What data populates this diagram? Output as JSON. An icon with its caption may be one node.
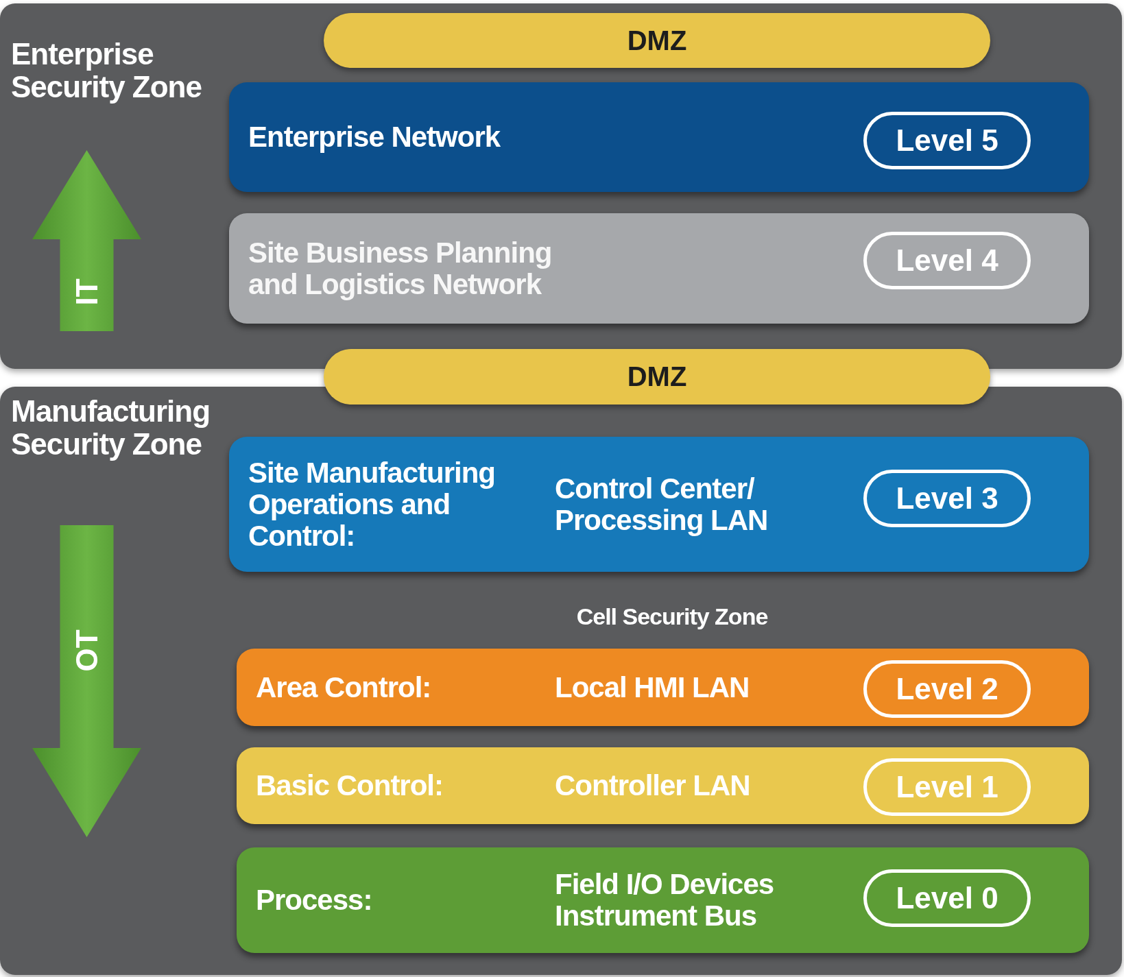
{
  "diagram": {
    "nodes": [
      {
        "text": [
          "Enterprise Security Zone"
        ]
      },
      {
        "text": [
          "DMZ"
        ],
        "in": 0
      },
      {
        "text": [
          "Enterprise Network"
        ],
        "in": 0
      },
      {
        "text": [
          "Level 5"
        ],
        "in": 2
      },
      {
        "text": [
          "Site Business Planning and Logistics Network"
        ],
        "in": 0
      },
      {
        "text": [
          "Level 4"
        ],
        "in": 4
      },
      {
        "text": [
          "IT"
        ],
        "in": 0
      },
      {
        "text": [
          "DMZ"
        ]
      },
      {
        "text": [
          "Manufacturing Security Zone"
        ]
      },
      {
        "text": [
          "Site Manufacturing Operations and Control:",
          "Control Center/ Processing LAN"
        ],
        "in": 8
      },
      {
        "text": [
          "Level 3"
        ],
        "in": 9
      },
      {
        "text": [
          "Area Control:",
          "Local HMI LAN"
        ],
        "in": 8
      },
      {
        "text": [
          "Level 2"
        ],
        "in": 11
      },
      {
        "text": [
          "Basic Control:",
          "Controller LAN"
        ],
        "in": 8
      },
      {
        "text": [
          "Level 1"
        ],
        "in": 13
      },
      {
        "text": [
          "Process:",
          "Field I/O Devices Instrument Bus"
        ],
        "in": 8
      },
      {
        "text": [
          "Level 0"
        ],
        "in": 15
      },
      {
        "text": [
          "OT"
        ],
        "in": 8
      }
    ],
    "labels": [
      "Cell Security Zone"
    ]
  }
}
